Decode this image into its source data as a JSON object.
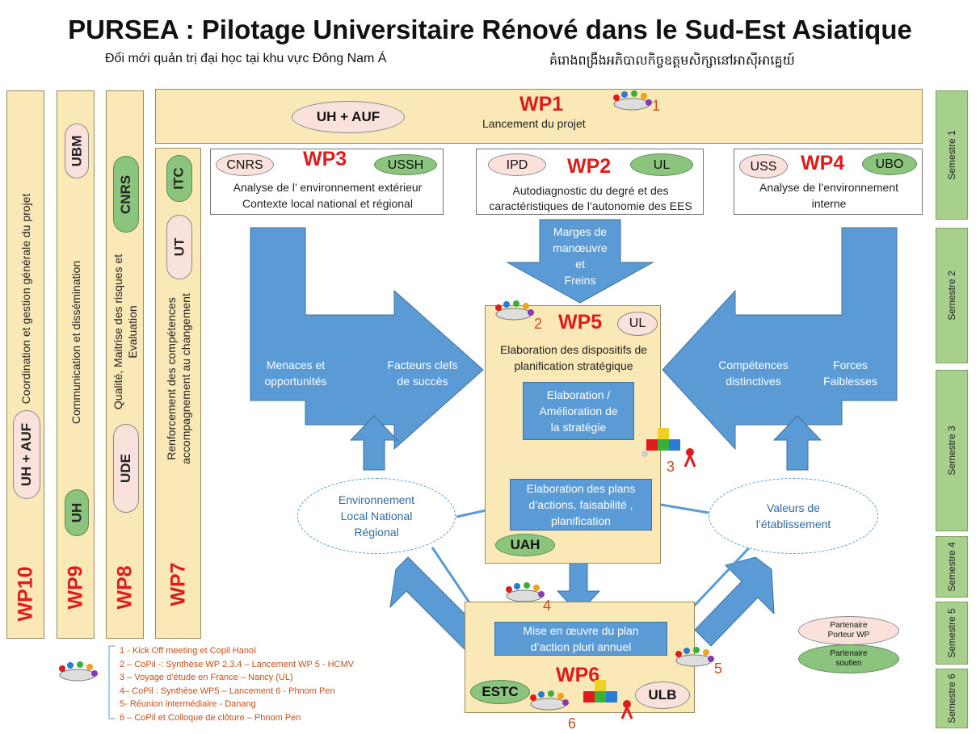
{
  "header": {
    "title": "PURSEA : Pilotage Universitaire Rénové dans le Sud-Est Asiatique",
    "subtitle_vi": "Đổi mới quản trị đại học tại khu vực Đông Nam Á",
    "subtitle_km": "គំរោងពង្រឹងអភិបាលកិច្ចឧត្តមសិក្សានៅអាស៊ីអាគ្នេយ៍"
  },
  "columns": [
    {
      "wp": "WP10",
      "text": "Coordination et gestion générale du projet",
      "partners": [
        "UH + AUF"
      ]
    },
    {
      "wp": "WP9",
      "text": "Communication et dissémination",
      "partners": [
        "UBM",
        "UH"
      ]
    },
    {
      "wp": "WP8",
      "text": "Qualité, Maitrise des risques et  Evaluation",
      "partners": [
        "CNRS",
        "UDE"
      ]
    },
    {
      "wp": "WP7",
      "text": "Renforcement des compétences accompagnement au changement",
      "partners": [
        "ITC",
        "UT"
      ]
    }
  ],
  "wp1": {
    "title": "WP1",
    "text": "Lancement du projet",
    "partner": "UH + AUF",
    "meeting": "1"
  },
  "wp3": {
    "title": "WP3",
    "line1": "Analyse de l’ environnement extérieur",
    "line2": "Contexte local national et régional",
    "p1": "CNRS",
    "p2": "USSH"
  },
  "wp2": {
    "title": "WP2",
    "line1": "Autodiagnostic du degré et des",
    "line2": "caractéristiques de l’autonomie des EES",
    "p1": "IPD",
    "p2": "UL"
  },
  "wp4": {
    "title": "WP4",
    "line1": "Analyse de l’environnement",
    "line2": "interne",
    "p1": "USS",
    "p2": "UBO"
  },
  "marges": {
    "l1": "Marges de",
    "l2": "manœuvre",
    "l3": "et",
    "l4": "Freins"
  },
  "left_arrow": {
    "a1": "Menaces et",
    "a2": "opportunités",
    "b1": "Facteurs clefs",
    "b2": "de succès"
  },
  "right_arrow": {
    "a1": "Compétences",
    "a2": "distinctives",
    "b1": "Forces",
    "b2": "Faiblesses"
  },
  "wp5": {
    "title": "WP5",
    "partner": "UL",
    "line1": "Elaboration des dispositifs de",
    "line2": "planification stratégique",
    "meeting": "2",
    "partner2": "UAH",
    "meeting3": "3"
  },
  "elab": {
    "l1": "Elaboration /",
    "l2": "Amélioration  de",
    "l3": "la stratégie"
  },
  "plans": {
    "l1": "Elaboration des plans",
    "l2": "d’actions, faisabilité ,",
    "l3": "planification"
  },
  "env": {
    "l1": "Environnement",
    "l2": "Local National",
    "l3": "Régional"
  },
  "valeurs": {
    "l1": "Valeurs de",
    "l2": "l’établissement"
  },
  "wp6": {
    "title": "WP6",
    "l1": "Mise en œuvre du plan",
    "l2": "d’action pluri annuel",
    "p1": "ESTC",
    "p2": "ULB",
    "meeting4": "4",
    "meeting5": "5",
    "meeting6": "6"
  },
  "partners_legend": {
    "porteur": "Partenaire Porteur WP",
    "soutien": "Partenaire soutien"
  },
  "semesters": [
    "Semestre 1",
    "Semestre 2",
    "Semestre 3",
    "Semestre 4",
    "Semestre 5",
    "Semestre 6"
  ],
  "legend": [
    "1 - Kick Off meeting et Copil Hanoï",
    "2 – CoPil -: Synthèse WP 2.3.4 – Lancement WP 5 - HCMV",
    "3 – Voyage d’étude en France – Nancy (UL)",
    "4– CoPil : Synthèse WP5 – Lancement 6  - Phnom Pen",
    "5- Réunion intermédiaire - Danang",
    "6 – CoPil et Colloque de clôture – Phnom Pen"
  ],
  "colors": {
    "tan": "#fbe8b7",
    "blue": "#5b9bd5",
    "red": "#e01b1b",
    "green": "#8ac47d",
    "pink": "#fbe1dc",
    "semester": "#a7d08c"
  }
}
